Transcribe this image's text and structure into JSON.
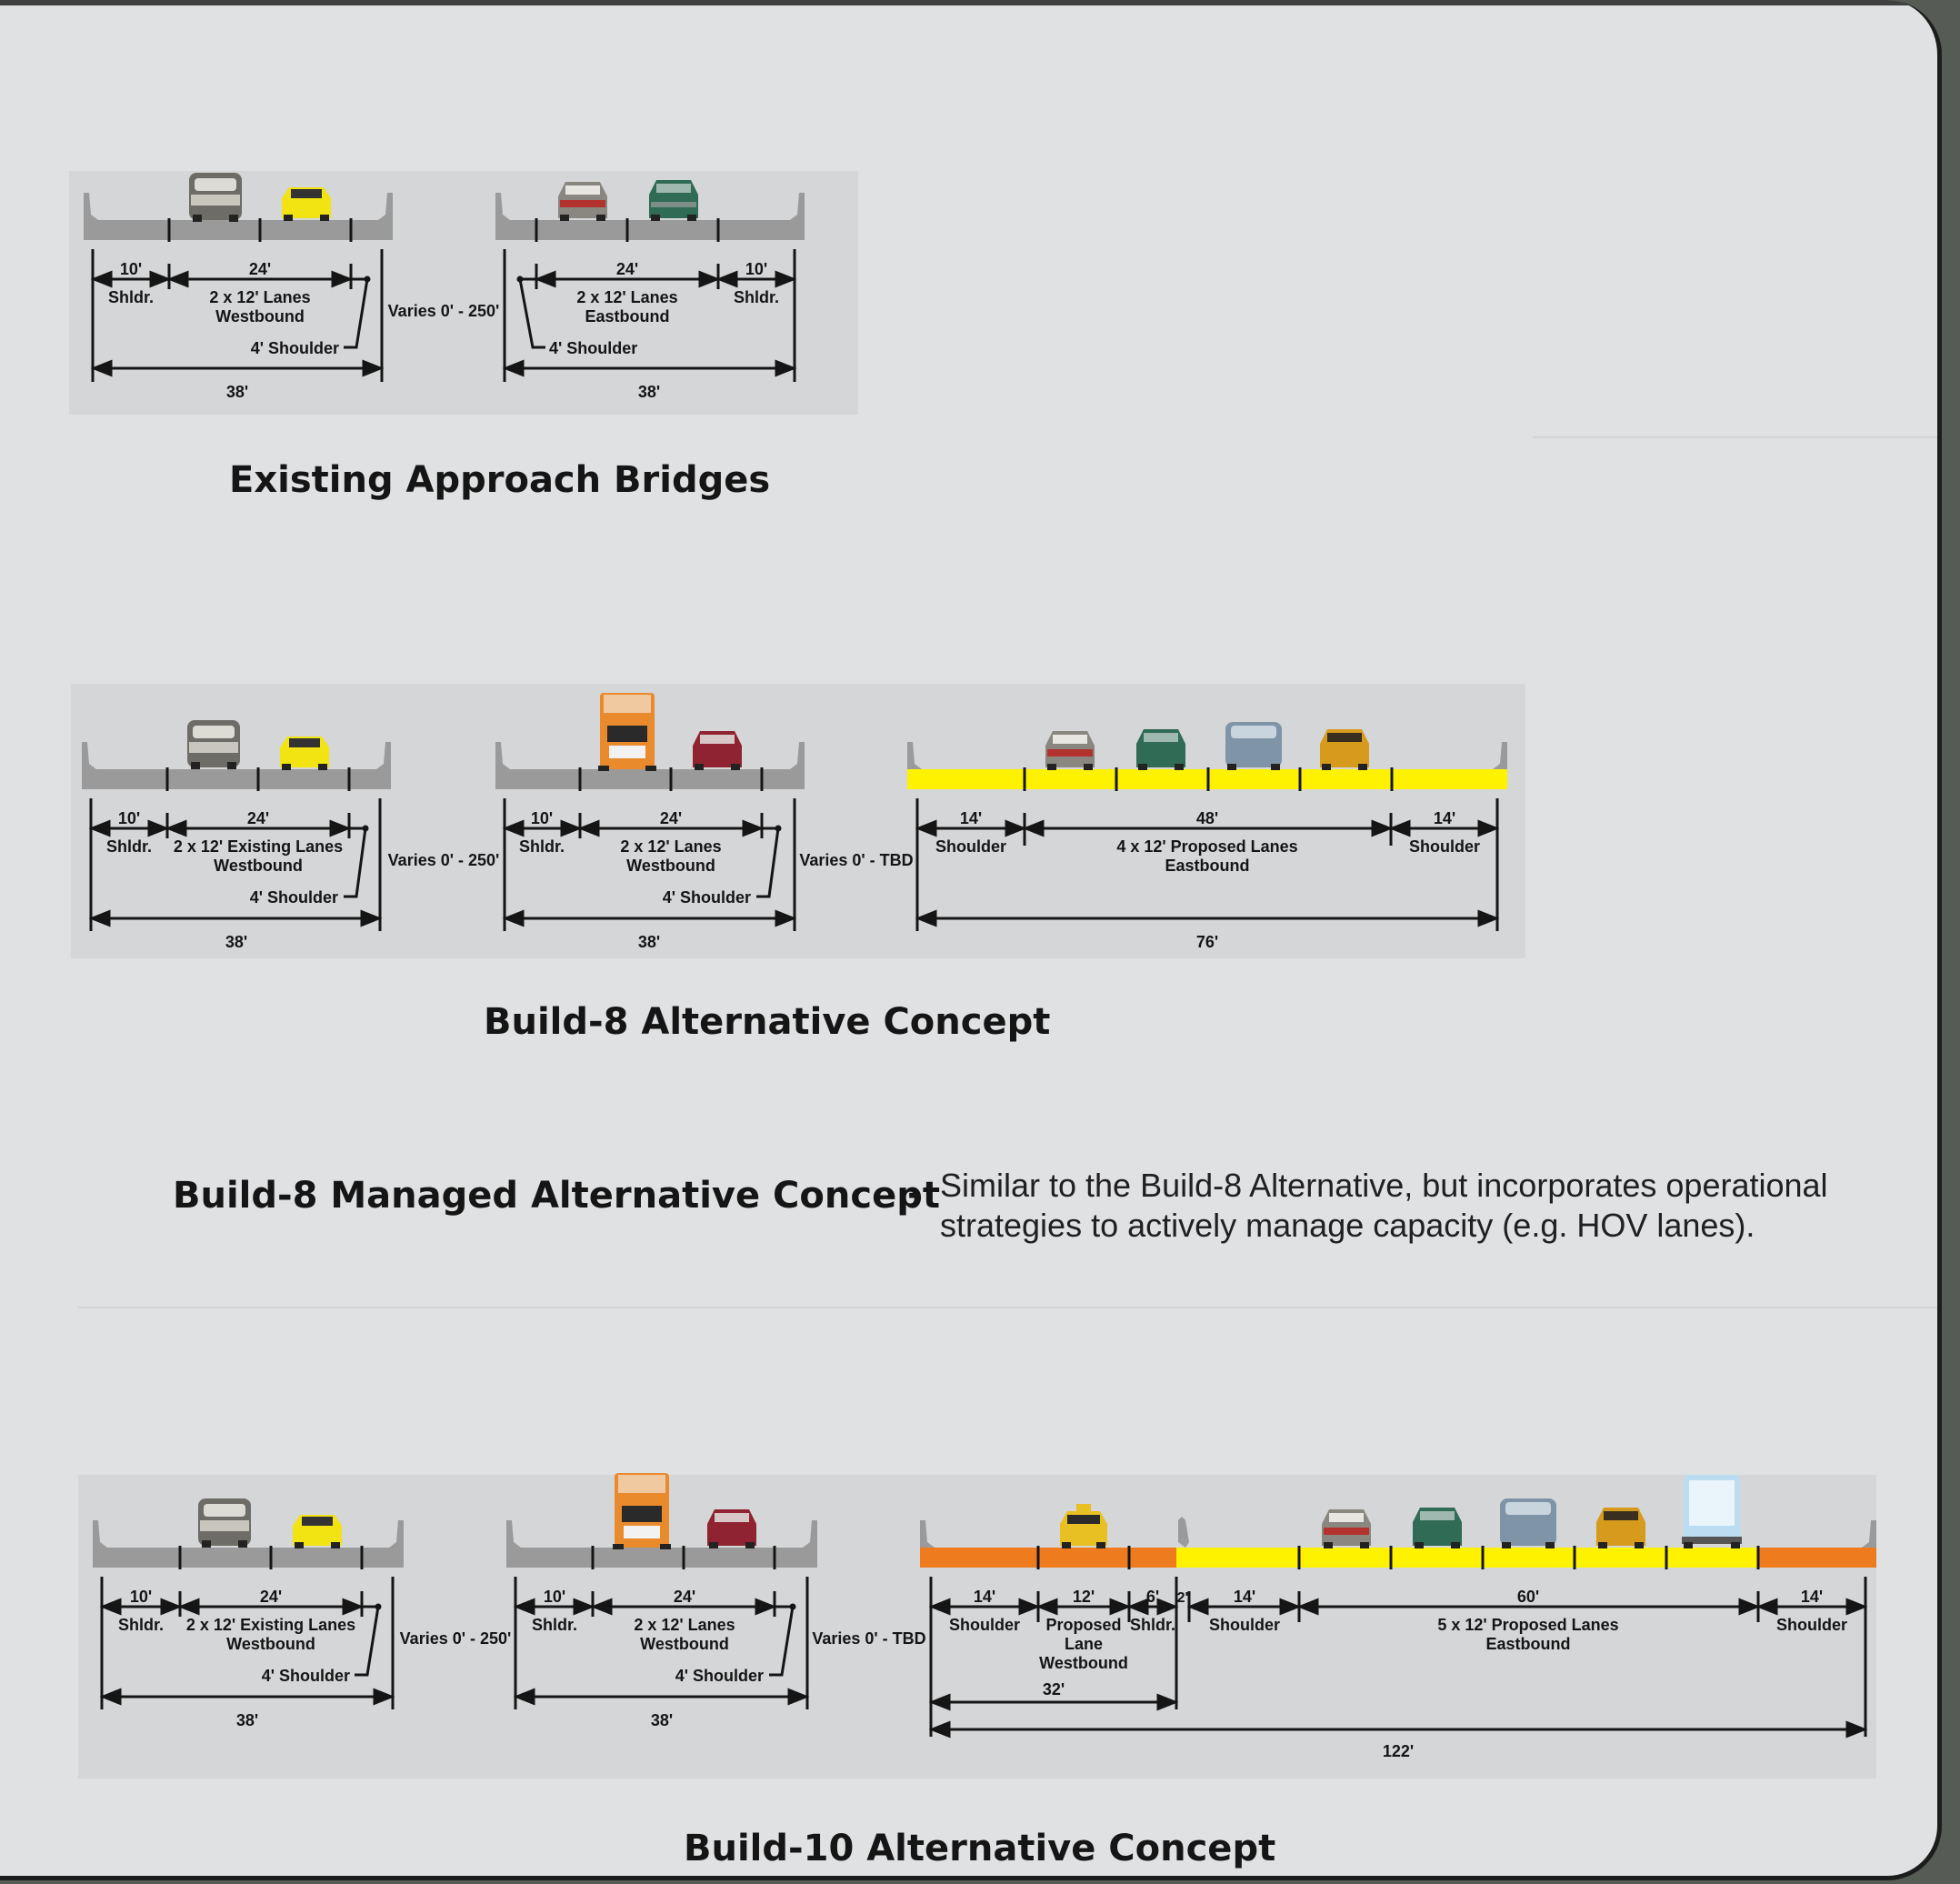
{
  "sections": {
    "existing": {
      "title": "Existing Approach Bridges",
      "wb": {
        "shldr_w": "10'",
        "shldr": "Shldr.",
        "lanes_w": "24'",
        "lanes_l1": "2 x 12' Lanes",
        "lanes_l2": "Westbound",
        "inner": "4' Shoulder",
        "total": "38'"
      },
      "gap": "Varies 0' - 250'",
      "eb": {
        "lanes_w": "24'",
        "lanes_l1": "2 x 12' Lanes",
        "lanes_l2": "Eastbound",
        "shldr_w": "10'",
        "shldr": "Shldr.",
        "inner": "4' Shoulder",
        "total": "38'"
      }
    },
    "build8": {
      "title": "Build-8 Alternative Concept",
      "b1": {
        "shldr_w": "10'",
        "shldr": "Shldr.",
        "lanes_w": "24'",
        "lanes_l1": "2 x 12' Existing Lanes",
        "lanes_l2": "Westbound",
        "inner": "4' Shoulder",
        "total": "38'"
      },
      "gap1": "Varies 0' - 250'",
      "b2": {
        "shldr_w": "10'",
        "shldr": "Shldr.",
        "lanes_w": "24'",
        "lanes_l1": "2 x 12' Lanes",
        "lanes_l2": "Westbound",
        "inner": "4' Shoulder",
        "total": "38'"
      },
      "gap2": "Varies 0' - TBD",
      "b3": {
        "l_shldr_w": "14'",
        "l_shldr": "Shoulder",
        "lanes_w": "48'",
        "lanes_l1": "4 x 12' Proposed Lanes",
        "lanes_l2": "Eastbound",
        "r_shldr_w": "14'",
        "r_shldr": "Shoulder",
        "total": "76'"
      }
    },
    "managed": {
      "title": "Build-8 Managed Alternative Concept",
      "dash": "-",
      "desc_l1": "Similar to the Build-8 Alternative, but incorporates operational",
      "desc_l2": "strategies to actively manage capacity (e.g. HOV lanes)."
    },
    "build10": {
      "title": "Build-10 Alternative Concept",
      "b1": {
        "shldr_w": "10'",
        "shldr": "Shldr.",
        "lanes_w": "24'",
        "lanes_l1": "2 x 12' Existing Lanes",
        "lanes_l2": "Westbound",
        "inner": "4' Shoulder",
        "total": "38'"
      },
      "gap1": "Varies 0' - 250'",
      "b2": {
        "shldr_w": "10'",
        "shldr": "Shldr.",
        "lanes_w": "24'",
        "lanes_l1": "2 x 12' Lanes",
        "lanes_l2": "Westbound",
        "inner": "4' Shoulder",
        "total": "38'"
      },
      "gap2": "Varies 0' - TBD",
      "b3": {
        "wb_shldr_w": "14'",
        "wb_shldr": "Shoulder",
        "wb_lane_w": "12'",
        "wb_lane_l1": "Proposed",
        "wb_lane_l2": "Lane",
        "wb_lane_l3": "Westbound",
        "wb_inner_w": "6'",
        "wb_inner": "Shldr.",
        "barrier_w": "2'",
        "eb_shldr_w": "14'",
        "eb_shldr": "Shoulder",
        "eb_lanes_w": "60'",
        "eb_lanes_l1": "5 x 12' Proposed Lanes",
        "eb_lanes_l2": "Eastbound",
        "eb_r_shldr_w": "14'",
        "eb_r_shldr": "Shoulder",
        "wb_total": "32'",
        "total": "122'"
      }
    }
  },
  "colors": {
    "board": "#e0e1e3",
    "panel": "#d5d6d8",
    "deck": "#9a9a9a",
    "proposed_eb": "#fff200",
    "proposed_wb": "#ee7b1d",
    "ink": "#151515"
  },
  "vehicles": [
    "silver-sedan",
    "yellow-sports-car",
    "orange-truck",
    "maroon-sedan",
    "white-sedan",
    "green-sedan",
    "blue-suv",
    "gold-sedan",
    "taxi",
    "white-box-truck"
  ]
}
